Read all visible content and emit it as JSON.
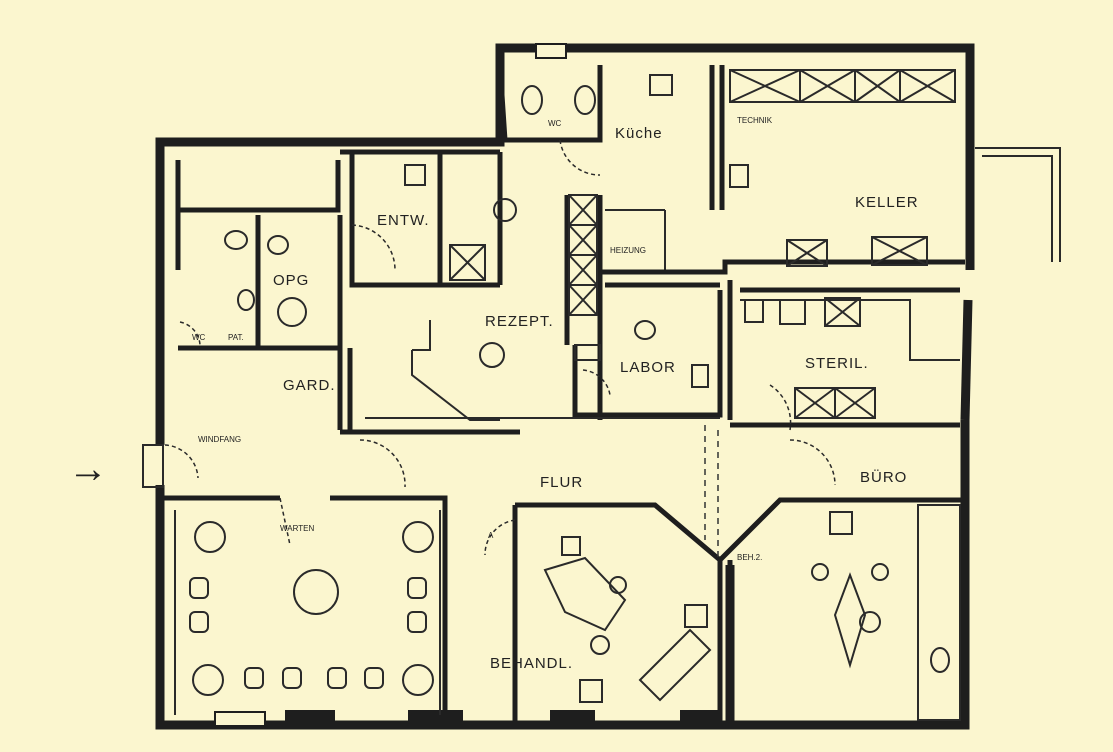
{
  "plan": {
    "arrow": "→",
    "rooms": {
      "wc_top": "WC",
      "kueche": "Küche",
      "technik": "TECHNIK",
      "keller": "KELLER",
      "entw": "ENTW.",
      "heizung": "HEIZUNG",
      "opg": "OPG",
      "wc_left": "WC",
      "pat": "PAT.",
      "rezept": "REZEPT.",
      "garo": "GARD.",
      "labor": "LABOR",
      "steril": "STERIL.",
      "windfang": "WINDFANG",
      "flur": "FLUR",
      "buero": "BÜRO",
      "warten": "WARTEN",
      "behandl": "BEHANDL.",
      "beh2": "BEH.2.",
      "a_mark": "A"
    }
  }
}
